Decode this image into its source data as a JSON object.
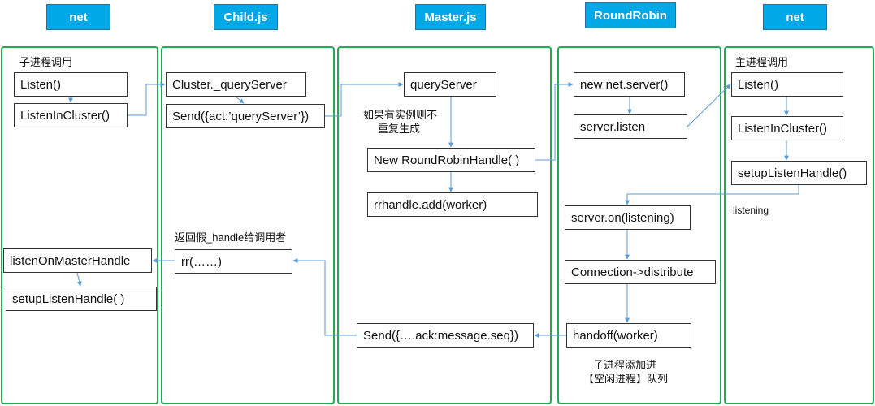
{
  "headers": {
    "net_left": "net",
    "child": "Child.js",
    "master": "Master.js",
    "roundrobin": "RoundRobin",
    "net_right": "net"
  },
  "net_left": {
    "note": "子进程调用",
    "listen": "Listen()",
    "listen_in_cluster": "ListenInCluster()",
    "listen_on_master": "listenOnMasterHandle",
    "setup_listen_handle": "setupListenHandle( )"
  },
  "child": {
    "query_server": "Cluster._queryServer",
    "send": "Send({act:’queryServer’})",
    "return_note": "返回假_handle给调用者",
    "rr": "rr(……)"
  },
  "master": {
    "query_server": "queryServer",
    "note_line1": "如果有实例则不",
    "note_line2": "重复生成",
    "new_handle": "New RoundRobinHandle( )",
    "add_worker": "rrhandle.add(worker)",
    "send_ack": "Send({….ack:message.seq})"
  },
  "roundrobin": {
    "new_server": "new net.server()",
    "server_listen": "server.listen",
    "server_on": "server.on(listening)",
    "distribute": "Connection->distribute",
    "handoff": "handoff(worker)",
    "note_line1": "子进程添加进",
    "note_line2": "【空闲进程】队列"
  },
  "net_right": {
    "note": "主进程调用",
    "listen": "Listen()",
    "listen_in_cluster": "ListenInCluster()",
    "setup_listen_handle": "setupListenHandle()",
    "listening_label": "listening"
  },
  "colors": {
    "header_bg": "#00a8e8",
    "column_border": "#22aa55",
    "arrow": "#5b9bd5"
  }
}
